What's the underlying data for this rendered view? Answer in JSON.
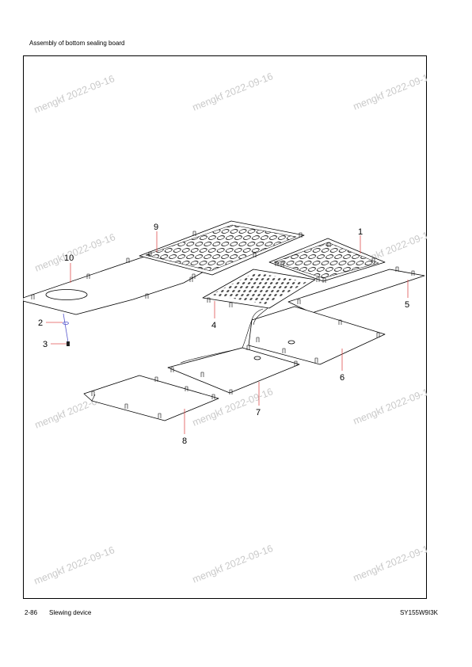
{
  "header": {
    "title": "Assembly of bottom sealing board"
  },
  "footer": {
    "page_number": "2-86",
    "section": "Slewing device",
    "model_code": "SY155W9I3K"
  },
  "watermark": {
    "text": "mengkf 2022-09-16"
  },
  "callouts": [
    "1",
    "2",
    "3",
    "4",
    "5",
    "6",
    "7",
    "8",
    "9",
    "10"
  ],
  "colors": {
    "leader_line": "#e05050",
    "bolt_assembly": "#5a5acd",
    "watermark": "#c9c9c9"
  }
}
